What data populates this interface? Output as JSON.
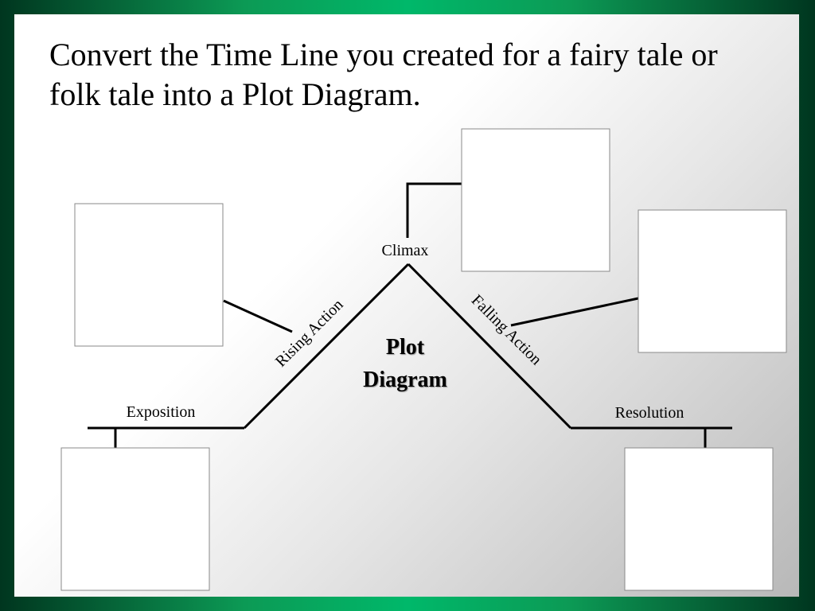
{
  "title": "Convert the Time Line you created for a fairy tale or folk tale into a Plot Diagram.",
  "diagram": {
    "climax": "Climax",
    "rising_action": "Rising Action",
    "falling_action": "Falling Action",
    "exposition": "Exposition",
    "resolution": "Resolution",
    "center_line1": "Plot",
    "center_line2": "Diagram"
  }
}
